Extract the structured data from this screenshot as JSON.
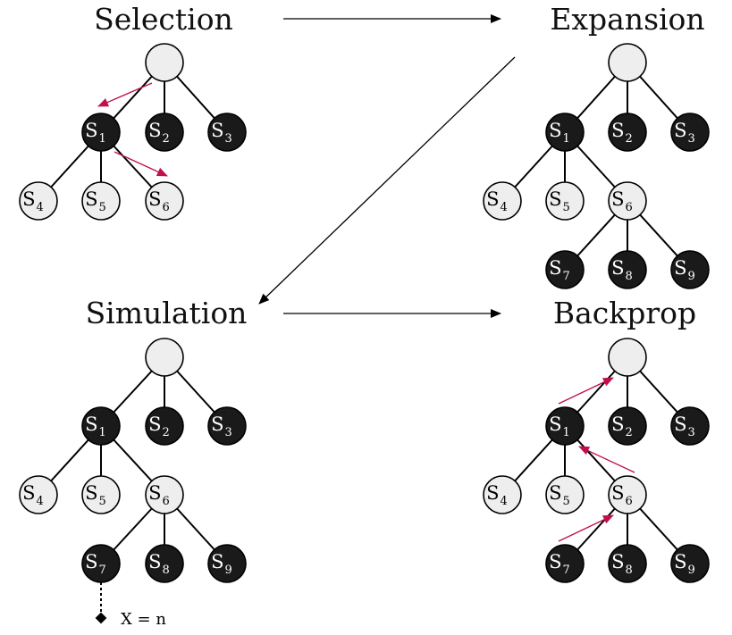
{
  "colors": {
    "unexpanded_fill": "#eeeeee",
    "expanded_fill": "#1a1a1a",
    "node_stroke": "#000000",
    "highlight_arrow": "#c0104a",
    "flow_arrow": "#000000"
  },
  "panels": {
    "selection": {
      "title": "Selection",
      "nodes": [
        {
          "id": "root",
          "label": "",
          "sub": "",
          "state": "unexpanded"
        },
        {
          "id": "s1",
          "label": "S",
          "sub": "1",
          "state": "expanded"
        },
        {
          "id": "s2",
          "label": "S",
          "sub": "2",
          "state": "expanded"
        },
        {
          "id": "s3",
          "label": "S",
          "sub": "3",
          "state": "expanded"
        },
        {
          "id": "s4",
          "label": "S",
          "sub": "4",
          "state": "unexpanded"
        },
        {
          "id": "s5",
          "label": "S",
          "sub": "5",
          "state": "unexpanded"
        },
        {
          "id": "s6",
          "label": "S",
          "sub": "6",
          "state": "unexpanded"
        }
      ],
      "edges": [
        [
          "root",
          "s1"
        ],
        [
          "root",
          "s2"
        ],
        [
          "root",
          "s3"
        ],
        [
          "s1",
          "s4"
        ],
        [
          "s1",
          "s5"
        ],
        [
          "s1",
          "s6"
        ]
      ]
    },
    "expansion": {
      "title": "Expansion",
      "nodes": [
        {
          "id": "root",
          "label": "",
          "sub": "",
          "state": "unexpanded"
        },
        {
          "id": "s1",
          "label": "S",
          "sub": "1",
          "state": "expanded"
        },
        {
          "id": "s2",
          "label": "S",
          "sub": "2",
          "state": "expanded"
        },
        {
          "id": "s3",
          "label": "S",
          "sub": "3",
          "state": "expanded"
        },
        {
          "id": "s4",
          "label": "S",
          "sub": "4",
          "state": "unexpanded"
        },
        {
          "id": "s5",
          "label": "S",
          "sub": "5",
          "state": "unexpanded"
        },
        {
          "id": "s6",
          "label": "S",
          "sub": "6",
          "state": "unexpanded"
        },
        {
          "id": "s7",
          "label": "S",
          "sub": "7",
          "state": "expanded"
        },
        {
          "id": "s8",
          "label": "S",
          "sub": "8",
          "state": "expanded"
        },
        {
          "id": "s9",
          "label": "S",
          "sub": "9",
          "state": "expanded"
        }
      ],
      "edges": [
        [
          "root",
          "s1"
        ],
        [
          "root",
          "s2"
        ],
        [
          "root",
          "s3"
        ],
        [
          "s1",
          "s4"
        ],
        [
          "s1",
          "s5"
        ],
        [
          "s1",
          "s6"
        ],
        [
          "s6",
          "s7"
        ],
        [
          "s6",
          "s8"
        ],
        [
          "s6",
          "s9"
        ]
      ]
    },
    "simulation": {
      "title": "Simulation",
      "nodes": [
        {
          "id": "root",
          "label": "",
          "sub": "",
          "state": "unexpanded"
        },
        {
          "id": "s1",
          "label": "S",
          "sub": "1",
          "state": "expanded"
        },
        {
          "id": "s2",
          "label": "S",
          "sub": "2",
          "state": "expanded"
        },
        {
          "id": "s3",
          "label": "S",
          "sub": "3",
          "state": "expanded"
        },
        {
          "id": "s4",
          "label": "S",
          "sub": "4",
          "state": "unexpanded"
        },
        {
          "id": "s5",
          "label": "S",
          "sub": "5",
          "state": "unexpanded"
        },
        {
          "id": "s6",
          "label": "S",
          "sub": "6",
          "state": "unexpanded"
        },
        {
          "id": "s7",
          "label": "S",
          "sub": "7",
          "state": "expanded"
        },
        {
          "id": "s8",
          "label": "S",
          "sub": "8",
          "state": "expanded"
        },
        {
          "id": "s9",
          "label": "S",
          "sub": "9",
          "state": "expanded"
        }
      ],
      "edges": [
        [
          "root",
          "s1"
        ],
        [
          "root",
          "s2"
        ],
        [
          "root",
          "s3"
        ],
        [
          "s1",
          "s4"
        ],
        [
          "s1",
          "s5"
        ],
        [
          "s1",
          "s6"
        ],
        [
          "s6",
          "s7"
        ],
        [
          "s6",
          "s8"
        ],
        [
          "s6",
          "s9"
        ]
      ],
      "rollout_label": "X = n"
    },
    "backprop": {
      "title": "Backprop",
      "nodes": [
        {
          "id": "root",
          "label": "",
          "sub": "",
          "state": "unexpanded"
        },
        {
          "id": "s1",
          "label": "S",
          "sub": "1",
          "state": "expanded"
        },
        {
          "id": "s2",
          "label": "S",
          "sub": "2",
          "state": "expanded"
        },
        {
          "id": "s3",
          "label": "S",
          "sub": "3",
          "state": "expanded"
        },
        {
          "id": "s4",
          "label": "S",
          "sub": "4",
          "state": "unexpanded"
        },
        {
          "id": "s5",
          "label": "S",
          "sub": "5",
          "state": "unexpanded"
        },
        {
          "id": "s6",
          "label": "S",
          "sub": "6",
          "state": "unexpanded"
        },
        {
          "id": "s7",
          "label": "S",
          "sub": "7",
          "state": "expanded"
        },
        {
          "id": "s8",
          "label": "S",
          "sub": "8",
          "state": "expanded"
        },
        {
          "id": "s9",
          "label": "S",
          "sub": "9",
          "state": "expanded"
        }
      ],
      "edges": [
        [
          "root",
          "s1"
        ],
        [
          "root",
          "s2"
        ],
        [
          "root",
          "s3"
        ],
        [
          "s1",
          "s4"
        ],
        [
          "s1",
          "s5"
        ],
        [
          "s1",
          "s6"
        ],
        [
          "s6",
          "s7"
        ],
        [
          "s6",
          "s8"
        ],
        [
          "s6",
          "s9"
        ]
      ]
    }
  },
  "flow": [
    {
      "from": "selection",
      "to": "expansion"
    },
    {
      "from": "expansion",
      "to": "simulation"
    },
    {
      "from": "simulation",
      "to": "backprop"
    }
  ]
}
